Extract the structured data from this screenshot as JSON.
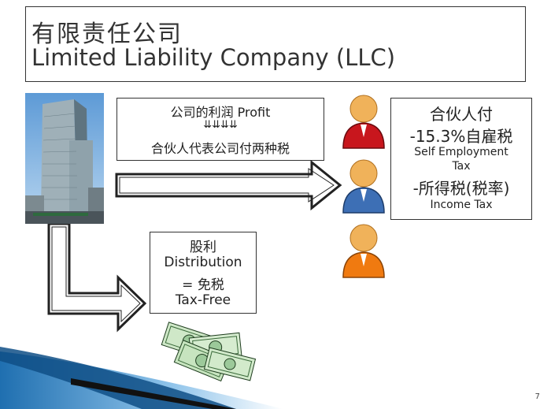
{
  "title": {
    "zh": "有限责任公司",
    "en": "Limited Liability Company (LLC)"
  },
  "profit_box": {
    "line1": "公司的利润  Profit",
    "line2": "⇊⇊⇊⇊",
    "line3": "合伙人代表公司付两种税"
  },
  "tax_box": {
    "heading": "合伙人付",
    "item1": "-15.3%自雇税",
    "item1_en_a": "Self Employment",
    "item1_en_b": "Tax",
    "item2": "-所得税(税率)",
    "item2_en": "Income Tax"
  },
  "distribution_box": {
    "zh": "股利",
    "en": "Distribution",
    "eq": "= 免税",
    "tax_free": "Tax-Free"
  },
  "page_number": "7",
  "colors": {
    "partner_1": "#c8161d",
    "partner_2": "#3d6fb5",
    "partner_3": "#f07a10",
    "skin": "#f0b25a",
    "footer_blue": "#1f6fb0"
  },
  "icons": [
    "building-photo",
    "person-icon",
    "money-icon",
    "arrow-right-icon",
    "arrow-bend-icon"
  ]
}
